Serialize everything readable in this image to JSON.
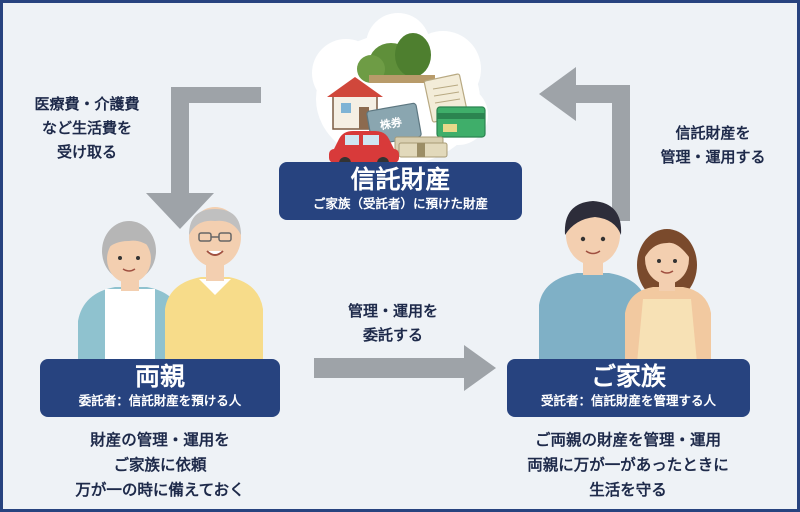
{
  "trust_property": {
    "title": "信託財産",
    "subtitle": "ご家族（受託者）に預けた財産",
    "card_label": "株券"
  },
  "parents": {
    "title": "両親",
    "subtitle": "委託者：信託財産を預ける人",
    "desc": [
      "財産の管理・運用を",
      "ご家族に依頼",
      "万が一の時に備えておく"
    ]
  },
  "family": {
    "title": "ご家族",
    "subtitle": "受託者：信託財産を管理する人",
    "desc": [
      "ご両親の財産を管理・運用",
      "両親に万が一があったときに",
      "生活を守る"
    ]
  },
  "arrow_left": [
    "医療費・介護費",
    "など生活費を",
    "受け取る"
  ],
  "arrow_right": [
    "信託財産を",
    "管理・運用する"
  ],
  "arrow_middle": [
    "管理・運用を",
    "委託する"
  ],
  "colors": {
    "navy": "#27437f",
    "arrow_gray": "#9ea3a8",
    "background": "#eef2f6",
    "text": "#1e2a4a"
  }
}
